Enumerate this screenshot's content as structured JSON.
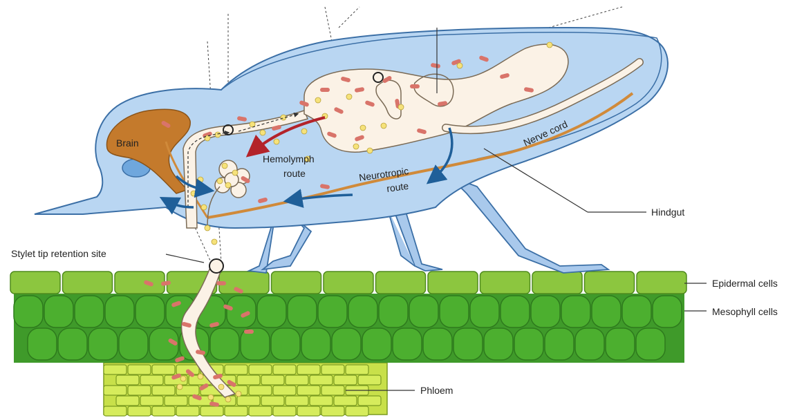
{
  "labels": {
    "brain": "Brain",
    "hemolymph_route_line1": "Hemolymph",
    "hemolymph_route_line2": "route",
    "neurotropic_route_line1": "Neurotropic",
    "neurotropic_route_line2": "route",
    "nerve_cord": "Nerve cord",
    "hindgut": "Hindgut",
    "stylet_tip_retention_site": "Stylet tip retention site",
    "epidermal_cells": "Epidermal cells",
    "mesophyll_cells": "Mesophyll cells",
    "phloem": "Phloem"
  },
  "colors": {
    "body": "#b9d6f2",
    "body_outline": "#3b6fa6",
    "gut": "#fbf2e6",
    "brain": "#c47a2c",
    "nerve": "#d08a3a",
    "virus_rod": "#d9746a",
    "particle": "#f6e27a",
    "hemolymph_arrow": "#b3232a",
    "neuro_arrow": "#1f5f99",
    "epidermis": "#8cc63f",
    "mesophyll": "#4caf2f",
    "phloem": "#c8e04a"
  }
}
